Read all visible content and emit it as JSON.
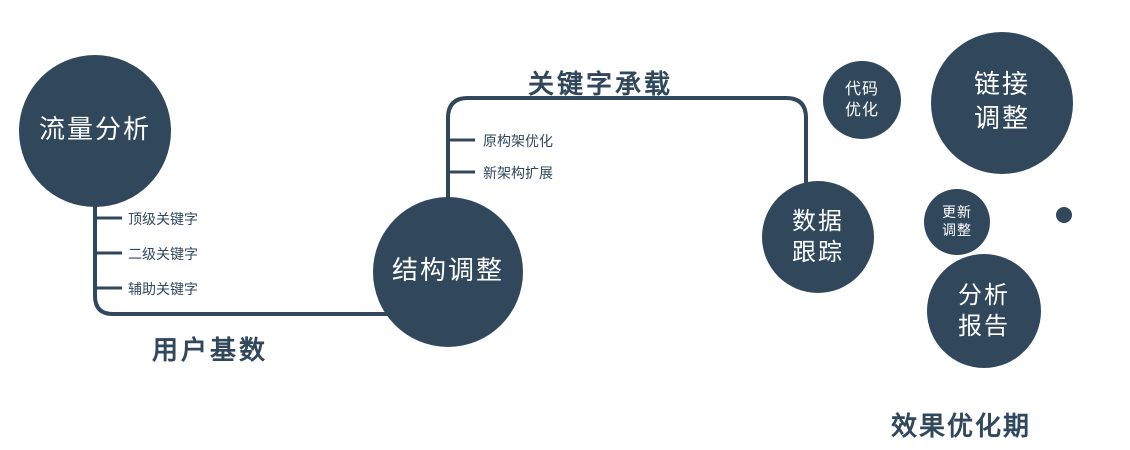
{
  "colors": {
    "primary": "#31485c",
    "text_on_dark": "#ffffff",
    "background": "#ffffff"
  },
  "nodes": {
    "traffic_analysis": {
      "label": "流量分析"
    },
    "structure_adjustment": {
      "label": "结构调整"
    },
    "data_tracking": {
      "line1": "数据",
      "line2": "跟踪"
    },
    "code_optimization": {
      "line1": "代码",
      "line2": "优化"
    },
    "link_adjustment": {
      "line1": "链接",
      "line2": "调整"
    },
    "update_adjustment": {
      "line1": "更新",
      "line2": "调整"
    },
    "analysis_report": {
      "line1": "分析",
      "line2": "报告"
    }
  },
  "edge_labels": {
    "user_base": "用户基数",
    "keyword_bearing": "关键字承载"
  },
  "branches": {
    "traffic_keywords": [
      "顶级关键字",
      "二级关键字",
      "辅助关键字"
    ],
    "structure_items": [
      "原构架优化",
      "新架构扩展"
    ]
  },
  "caption": "效果优化期"
}
